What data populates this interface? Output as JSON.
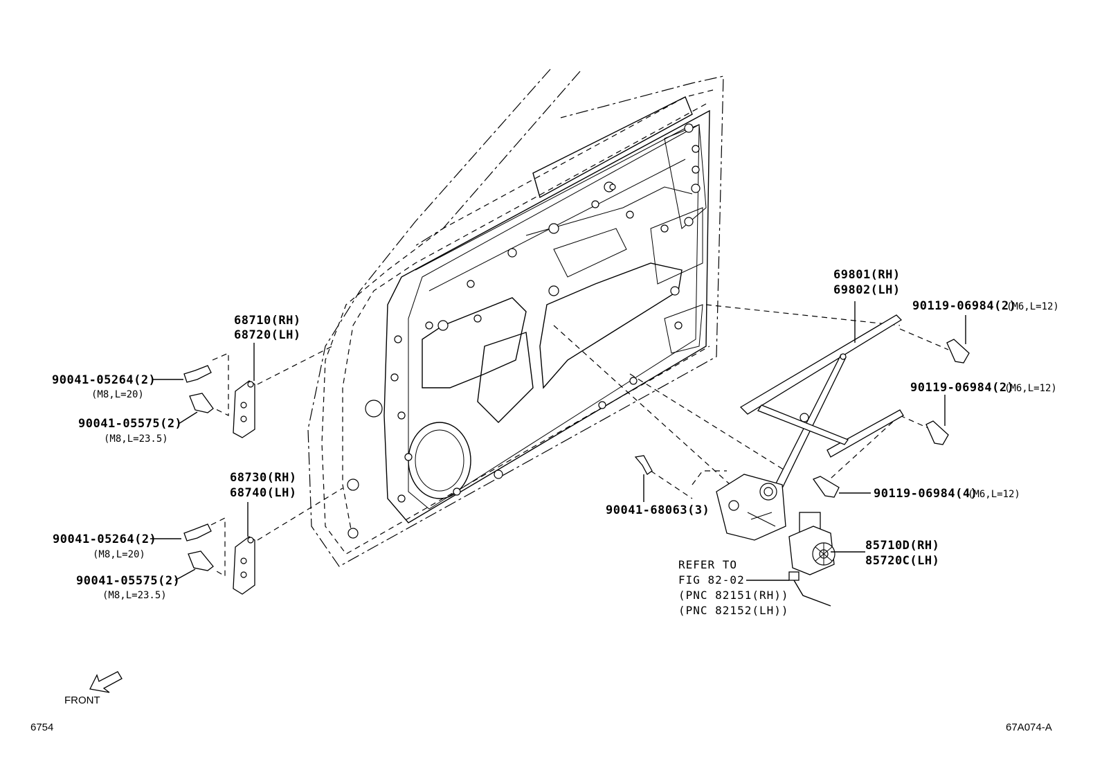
{
  "callouts": {
    "hinge_upper": {
      "rh": "68710(RH)",
      "lh": "68720(LH)"
    },
    "hinge_lower": {
      "rh": "68730(RH)",
      "lh": "68740(LH)"
    },
    "bolt_upper_1": {
      "part": "90041-05264(2)",
      "spec": "(M8,L=20)"
    },
    "bolt_upper_2": {
      "part": "90041-05575(2)",
      "spec": "(M8,L=23.5)"
    },
    "bolt_lower_1": {
      "part": "90041-05264(2)",
      "spec": "(M8,L=20)"
    },
    "bolt_lower_2": {
      "part": "90041-05575(2)",
      "spec": "(M8,L=23.5)"
    },
    "regulator": {
      "rh": "69801(RH)",
      "lh": "69802(LH)"
    },
    "reg_bolt_1": {
      "part": "90119-06984(2)",
      "spec": "(M6,L=12)"
    },
    "reg_bolt_2": {
      "part": "90119-06984(2)",
      "spec": "(M6,L=12)"
    },
    "reg_bolt_3": {
      "part": "90119-06984(4)",
      "spec": "(M6,L=12)"
    },
    "clip": {
      "part": "90041-68063(3)"
    },
    "motor": {
      "rh": "85710D(RH)",
      "lh": "85720C(LH)"
    },
    "refer": {
      "line1": "REFER TO",
      "line2": "FIG 82-02",
      "line3": "(PNC 82151(RH))",
      "line4": "(PNC 82152(LH))"
    }
  },
  "front_label": "FRONT",
  "page_code": "6754",
  "figure_code": "67A074-A",
  "icons": {
    "front_arrow": "front-arrow-icon"
  }
}
